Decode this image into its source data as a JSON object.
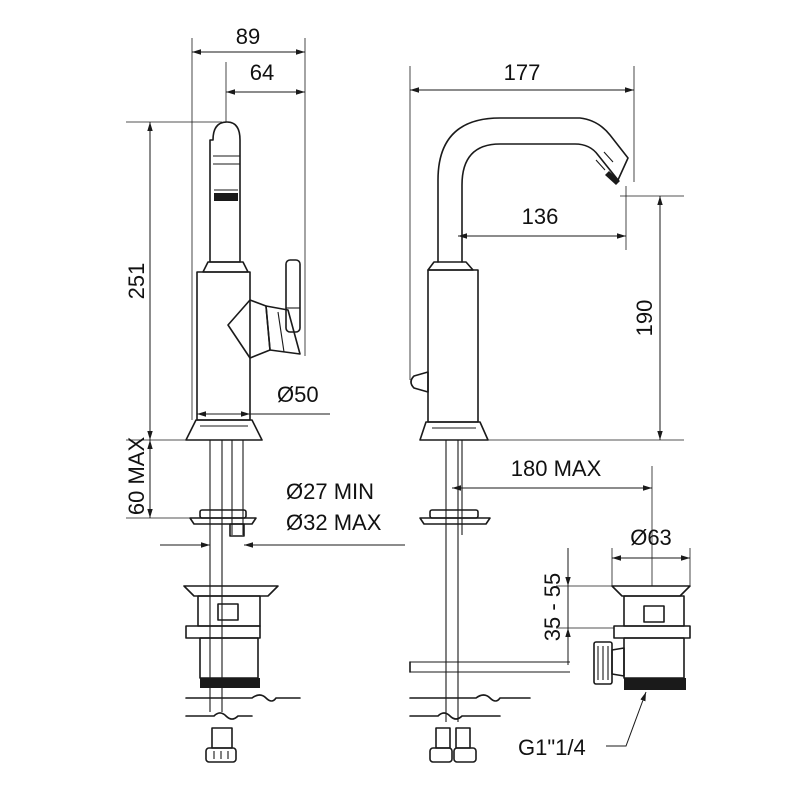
{
  "side_view": {
    "width_overall": "89",
    "width_handle": "64",
    "height_total": "251",
    "body_diameter": "Ø50",
    "deck_thickness": "60 MAX",
    "hole_min": "Ø27 MIN",
    "hole_max": "Ø32 MAX"
  },
  "front_view": {
    "spout_reach": "177",
    "outlet_reach": "136",
    "outlet_height": "190",
    "waste_distance": "180 MAX"
  },
  "waste": {
    "diameter": "Ø63",
    "height_range": "35 - 55",
    "thread": "G1\"1/4"
  }
}
